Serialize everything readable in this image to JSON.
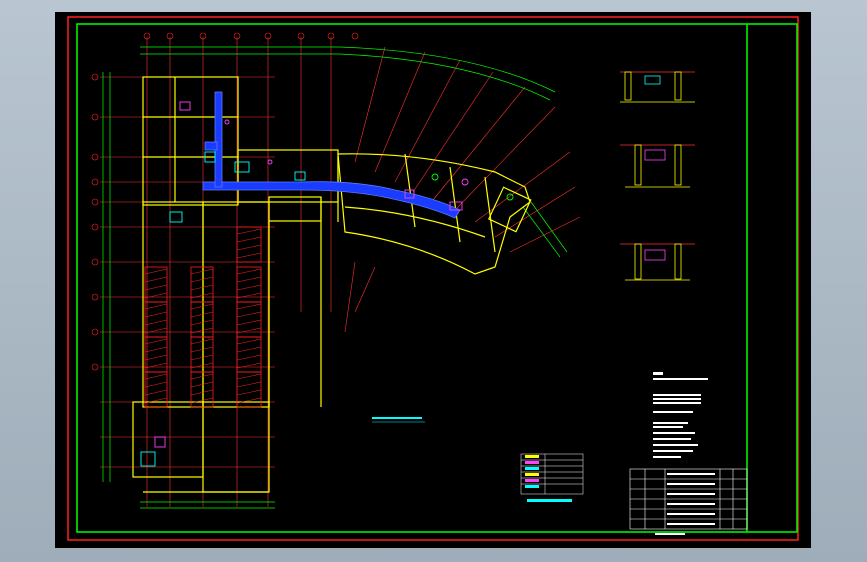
{
  "drawing": {
    "title": "",
    "note_title": "",
    "legend_title": "",
    "plan_caption": "",
    "detail_captions": [
      "",
      "",
      ""
    ]
  },
  "colors": {
    "background": "#000000",
    "frame_green": "#00ff00",
    "frame_red": "#ff2020",
    "walls": "#ffff00",
    "grid": "#ff3030",
    "dims": "#00ff00",
    "duct": "#1a3cff",
    "cyan": "#00ffff",
    "magenta": "#ff40ff"
  },
  "grid": {
    "cols": [
      "1",
      "2",
      "3",
      "4",
      "5",
      "6",
      "7",
      "8"
    ],
    "rows": [
      "A",
      "B",
      "C",
      "D",
      "E",
      "F",
      "G",
      "H",
      "J",
      "K"
    ]
  },
  "legend": {
    "rows": [
      "",
      "",
      "",
      "",
      "",
      ""
    ]
  },
  "title_block": {
    "rows": [
      "",
      "",
      "",
      "",
      "",
      ""
    ]
  }
}
